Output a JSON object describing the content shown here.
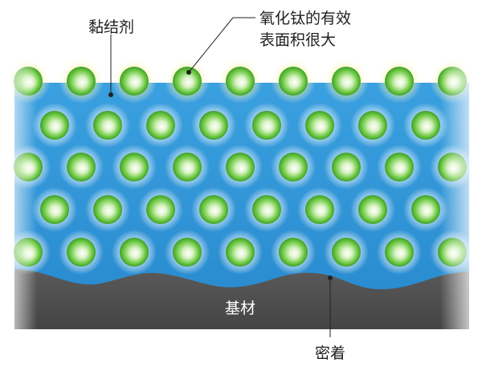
{
  "labels": {
    "binder": "黏结剂",
    "tio2_line1": "氧化钛的有效",
    "tio2_line2": "表面积很大",
    "substrate": "基材",
    "adhesion": "密着"
  },
  "colors": {
    "binder_blue": "#2f93d6",
    "binder_light": "#8fd0f4",
    "particle_green": "#5cc23a",
    "particle_center": "#ffffff",
    "substrate_gray": "#4f4f4f",
    "glow_yellow": "#f4f17a",
    "text": "#222222"
  },
  "particles": {
    "rows": 5,
    "columns": [
      9,
      8,
      9,
      8,
      9
    ]
  }
}
